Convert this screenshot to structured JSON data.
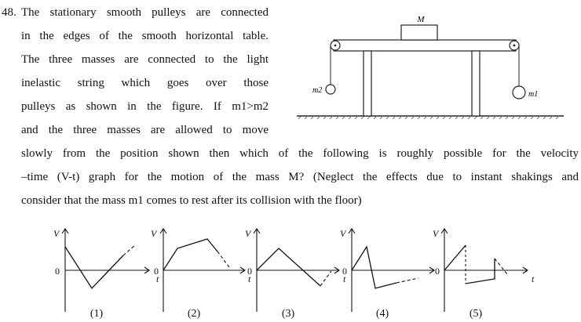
{
  "question": {
    "number": "48.",
    "lines": [
      "The stationary smooth pulleys are connected",
      "in the edges of the smooth horizontal table.",
      "The three masses are connected to the light",
      "inelastic string which goes over those",
      "pulleys as shown in the figure. If m1>m2",
      "and the three masses are allowed to move",
      "slowly from the position shown then which of the following is roughly possible for the velocity",
      "–time (V-t) graph for the motion of the mass M? (Neglect the effects due to instant shakings and",
      "consider that the mass m1 comes to rest after its collision with the floor)"
    ]
  },
  "figure": {
    "block_label": "M",
    "left_mass_label": "m2",
    "right_mass_label": "m1"
  },
  "graphs": {
    "axis_v": "V",
    "axis_t": "t",
    "origin": "0",
    "options": [
      "(1)",
      "(2)",
      "(3)",
      "(4)",
      "(5)"
    ]
  }
}
